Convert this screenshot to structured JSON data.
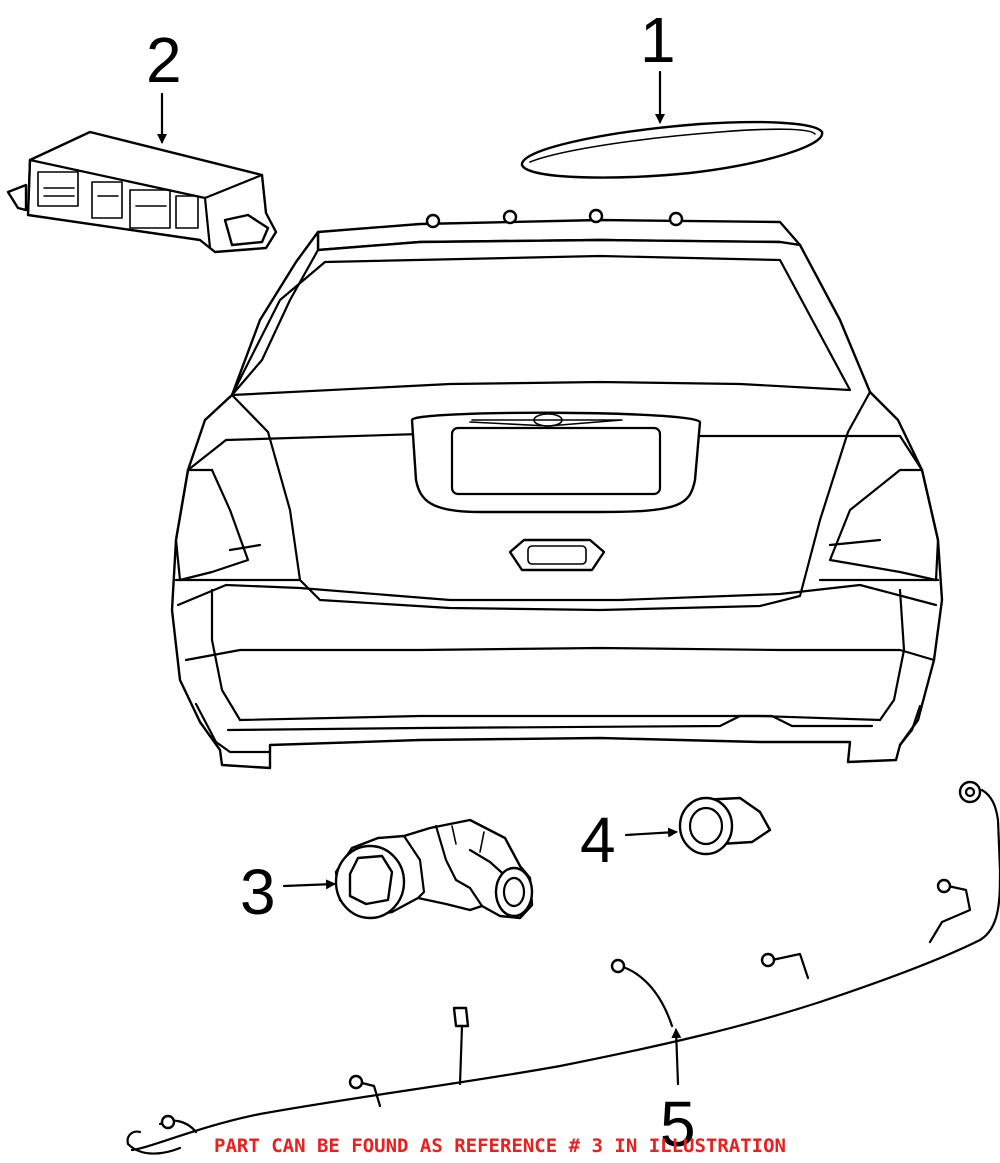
{
  "callouts": [
    "1",
    "2",
    "3",
    "4",
    "5"
  ],
  "note": "PART CAN BE FOUND AS REFERENCE # 3 IN ILLUSTRATION",
  "colors": {
    "note": "#e8201f",
    "lines": "#000000",
    "background": "#ffffff"
  }
}
